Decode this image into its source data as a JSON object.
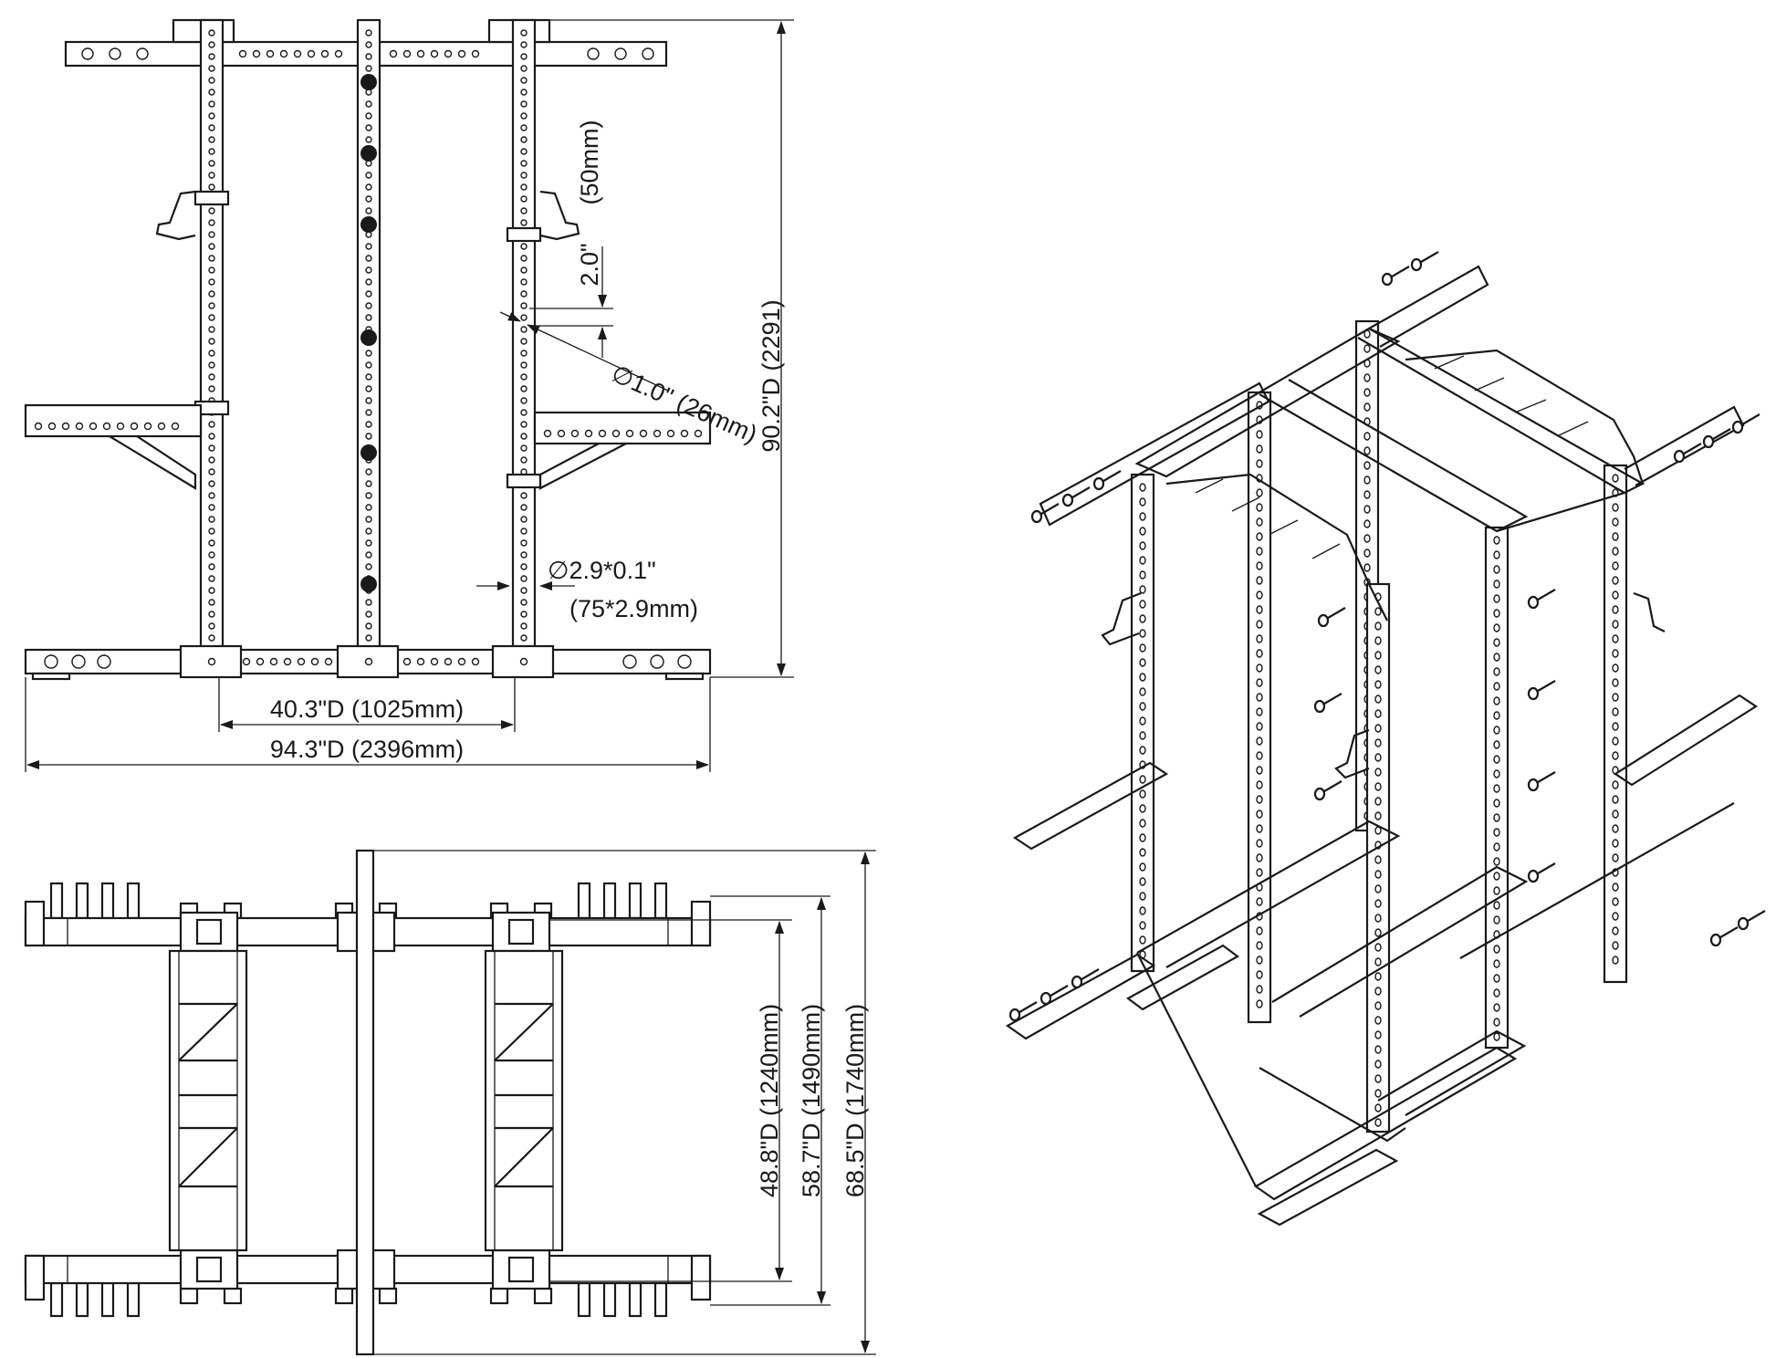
{
  "front_view": {
    "height_label": "90.2\"D (2291)",
    "hole_spacing_label": "2.0\"",
    "hole_spacing_mm_label": "(50mm)",
    "hole_diameter_label": "∅1.0\" (26mm)",
    "tube_size_label": "∅2.9*0.1\"",
    "tube_size_mm_label": "(75*2.9mm)",
    "inner_width_label": "40.3\"D (1025mm)",
    "overall_width_label": "94.3\"D (2396mm)"
  },
  "top_view": {
    "inner_depth_label": "48.8\"D (1240mm)",
    "mid_depth_label": "58.7\"D (1490mm)",
    "overall_depth_label": "68.5\"D (1740mm)"
  },
  "colors": {
    "line": "#1a1a1a",
    "background": "#ffffff"
  }
}
